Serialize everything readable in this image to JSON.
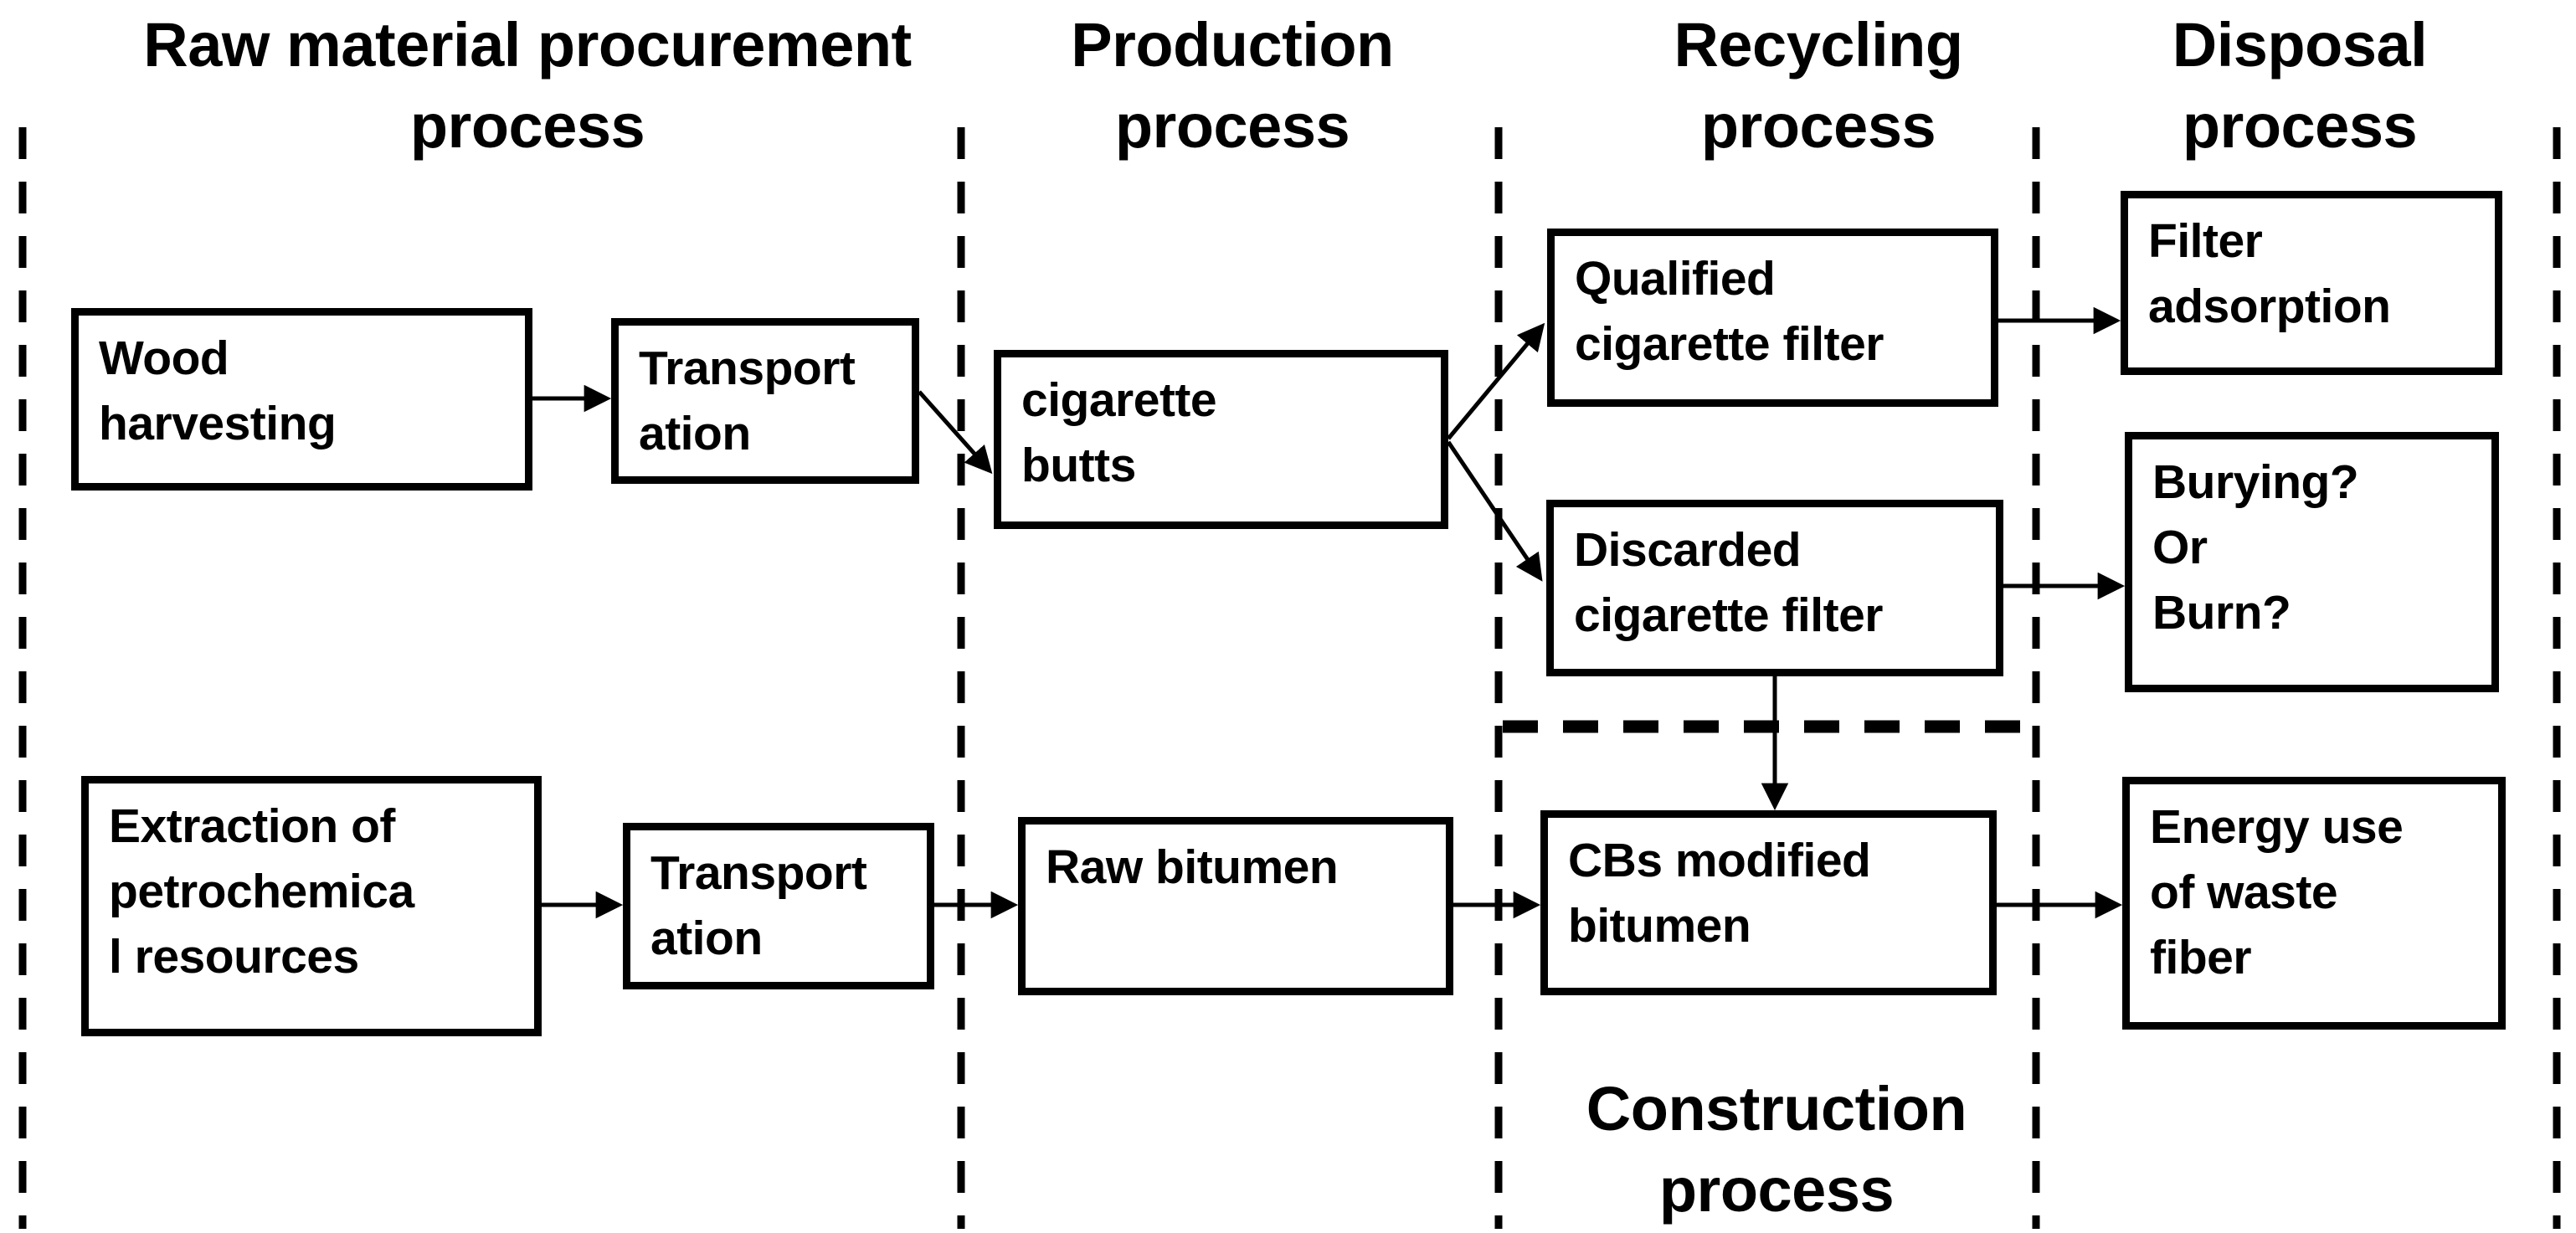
{
  "figure": {
    "type": "life-cycle-flow-diagram",
    "background": "#ffffff",
    "ink": "#000000"
  },
  "columns": [
    {
      "id": "raw-material-procurement",
      "title": [
        "Raw material procurement",
        "process"
      ]
    },
    {
      "id": "production",
      "title": [
        "Production",
        "process"
      ]
    },
    {
      "id": "recycling",
      "title": [
        "Recycling",
        "process"
      ]
    },
    {
      "id": "disposal",
      "title": [
        "Disposal",
        "process"
      ]
    }
  ],
  "construction": {
    "title": [
      "Construction",
      "process"
    ]
  },
  "boxes": {
    "wood_harvesting": [
      "Wood",
      "harvesting"
    ],
    "transportation_wood": [
      "Transport",
      "ation"
    ],
    "cigarette_butts": [
      "cigarette",
      "butts"
    ],
    "qualified_filter": [
      "Qualified",
      "cigarette filter"
    ],
    "filter_adsorption": [
      "Filter",
      "adsorption"
    ],
    "discarded_filter": [
      "Discarded",
      "cigarette filter"
    ],
    "burying_or_burn": [
      "Burying?",
      "Or",
      "Burn?"
    ],
    "extraction_petrochemical": [
      "Extraction of",
      "petrochemica",
      "l resources"
    ],
    "transportation_petro": [
      "Transport",
      "ation"
    ],
    "raw_bitumen": [
      "Raw bitumen"
    ],
    "cbs_modified_bitumen": [
      "CBs modified",
      "bitumen"
    ],
    "energy_use_waste_fiber": [
      "Energy use",
      "of waste",
      "fiber"
    ]
  },
  "flows": [
    {
      "from": "Wood harvesting",
      "to": "Transportation"
    },
    {
      "from": "Transportation",
      "to": "cigarette butts"
    },
    {
      "from": "cigarette butts",
      "to": "Qualified cigarette filter"
    },
    {
      "from": "cigarette butts",
      "to": "Discarded cigarette filter"
    },
    {
      "from": "Qualified cigarette filter",
      "to": "Filter adsorption"
    },
    {
      "from": "Discarded cigarette filter",
      "to": "Burying? Or Burn?"
    },
    {
      "from": "Discarded cigarette filter",
      "to": "CBs modified bitumen"
    },
    {
      "from": "Extraction of petrochemical resources",
      "to": "Transportation"
    },
    {
      "from": "Transportation",
      "to": "Raw bitumen"
    },
    {
      "from": "Raw bitumen",
      "to": "CBs modified bitumen"
    },
    {
      "from": "CBs modified bitumen",
      "to": "Energy use of waste fiber"
    }
  ]
}
